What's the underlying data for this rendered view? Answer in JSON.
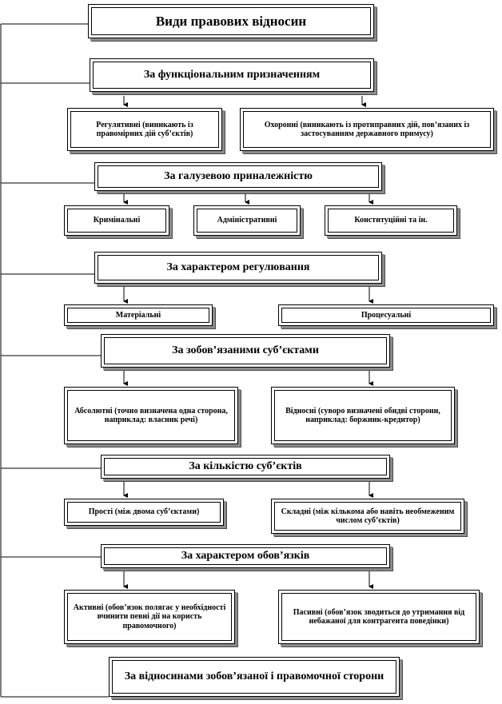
{
  "title": "Види правових відносин",
  "groups": [
    {
      "name": "За функціональним призначенням",
      "items": [
        "Регулятивні (виникають із правомірних дій суб’єктів)",
        "Охоронні (виникають із протиправних дій, пов’язаних із застосуванням державного примусу)"
      ]
    },
    {
      "name": "За галузевою приналежністю",
      "items": [
        "Кримінальні",
        "Адміністративні",
        "Конституційні та ін."
      ]
    },
    {
      "name": "За характером регулювання",
      "items": [
        "Матеріальні",
        "Процесуальні"
      ]
    },
    {
      "name": "За зобов’язаними суб’єктами",
      "items": [
        "Абсолютні (точно визначена одна сторона, наприклад: власник речі)",
        "Відносні (суворо визначені обидві сторони, наприклад: боржник-кредитор)"
      ]
    },
    {
      "name": "За кількістю суб’єктів",
      "items": [
        "Прості (між двома суб’єктами)",
        "Складні (між кількома або навіть необмеженим числом суб’єктів)"
      ]
    },
    {
      "name": "За характером обов’язків",
      "items": [
        "Активні (обов’язок полягає у необхідності вчинити певні дії на користь правомочного)",
        "Пасивні (обов’язок зводиться до утримання від небажаної для контрагента поведінки)"
      ]
    },
    {
      "name": "За відносинами зобов’язаної і правомочної сторони",
      "items": []
    }
  ]
}
